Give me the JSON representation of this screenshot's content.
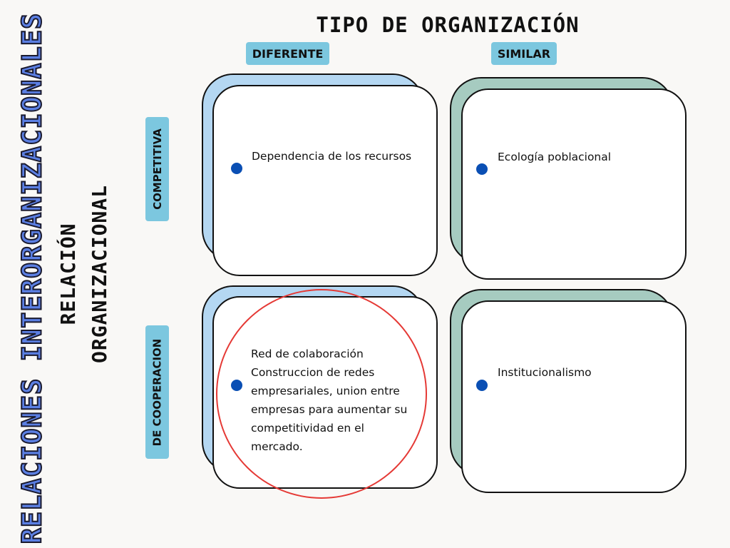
{
  "side_title": "RELACIONES INTERORGANIZACIONALES",
  "relation_title": {
    "line1": "RELACIÓN",
    "line2": "ORGANIZACIONAL"
  },
  "top_title": "TIPO DE ORGANIZACIÓN",
  "columns": {
    "different": "DIFERENTE",
    "similar": "SIMILAR"
  },
  "rows": {
    "competitive": "COMPETITIVA",
    "cooperation": "DE COOPERACION"
  },
  "cells": {
    "competitive_different": "Dependencia de los recursos",
    "competitive_similar": "Ecología poblacional",
    "cooperation_different": [
      "Red de colaboración",
      "Construccion de redes",
      "empresariales, union entre",
      "empresas para aumentar su",
      "competitividad en el",
      "mercado."
    ],
    "cooperation_similar": "Institucionalismo"
  },
  "colors": {
    "accent_blue": "#5b7fe3",
    "pill": "#7cc7df",
    "card_blue": "#b4d7f2",
    "card_green": "#a6cbc0",
    "bullet": "#0a4fb4",
    "highlight_circle": "#e53935"
  }
}
